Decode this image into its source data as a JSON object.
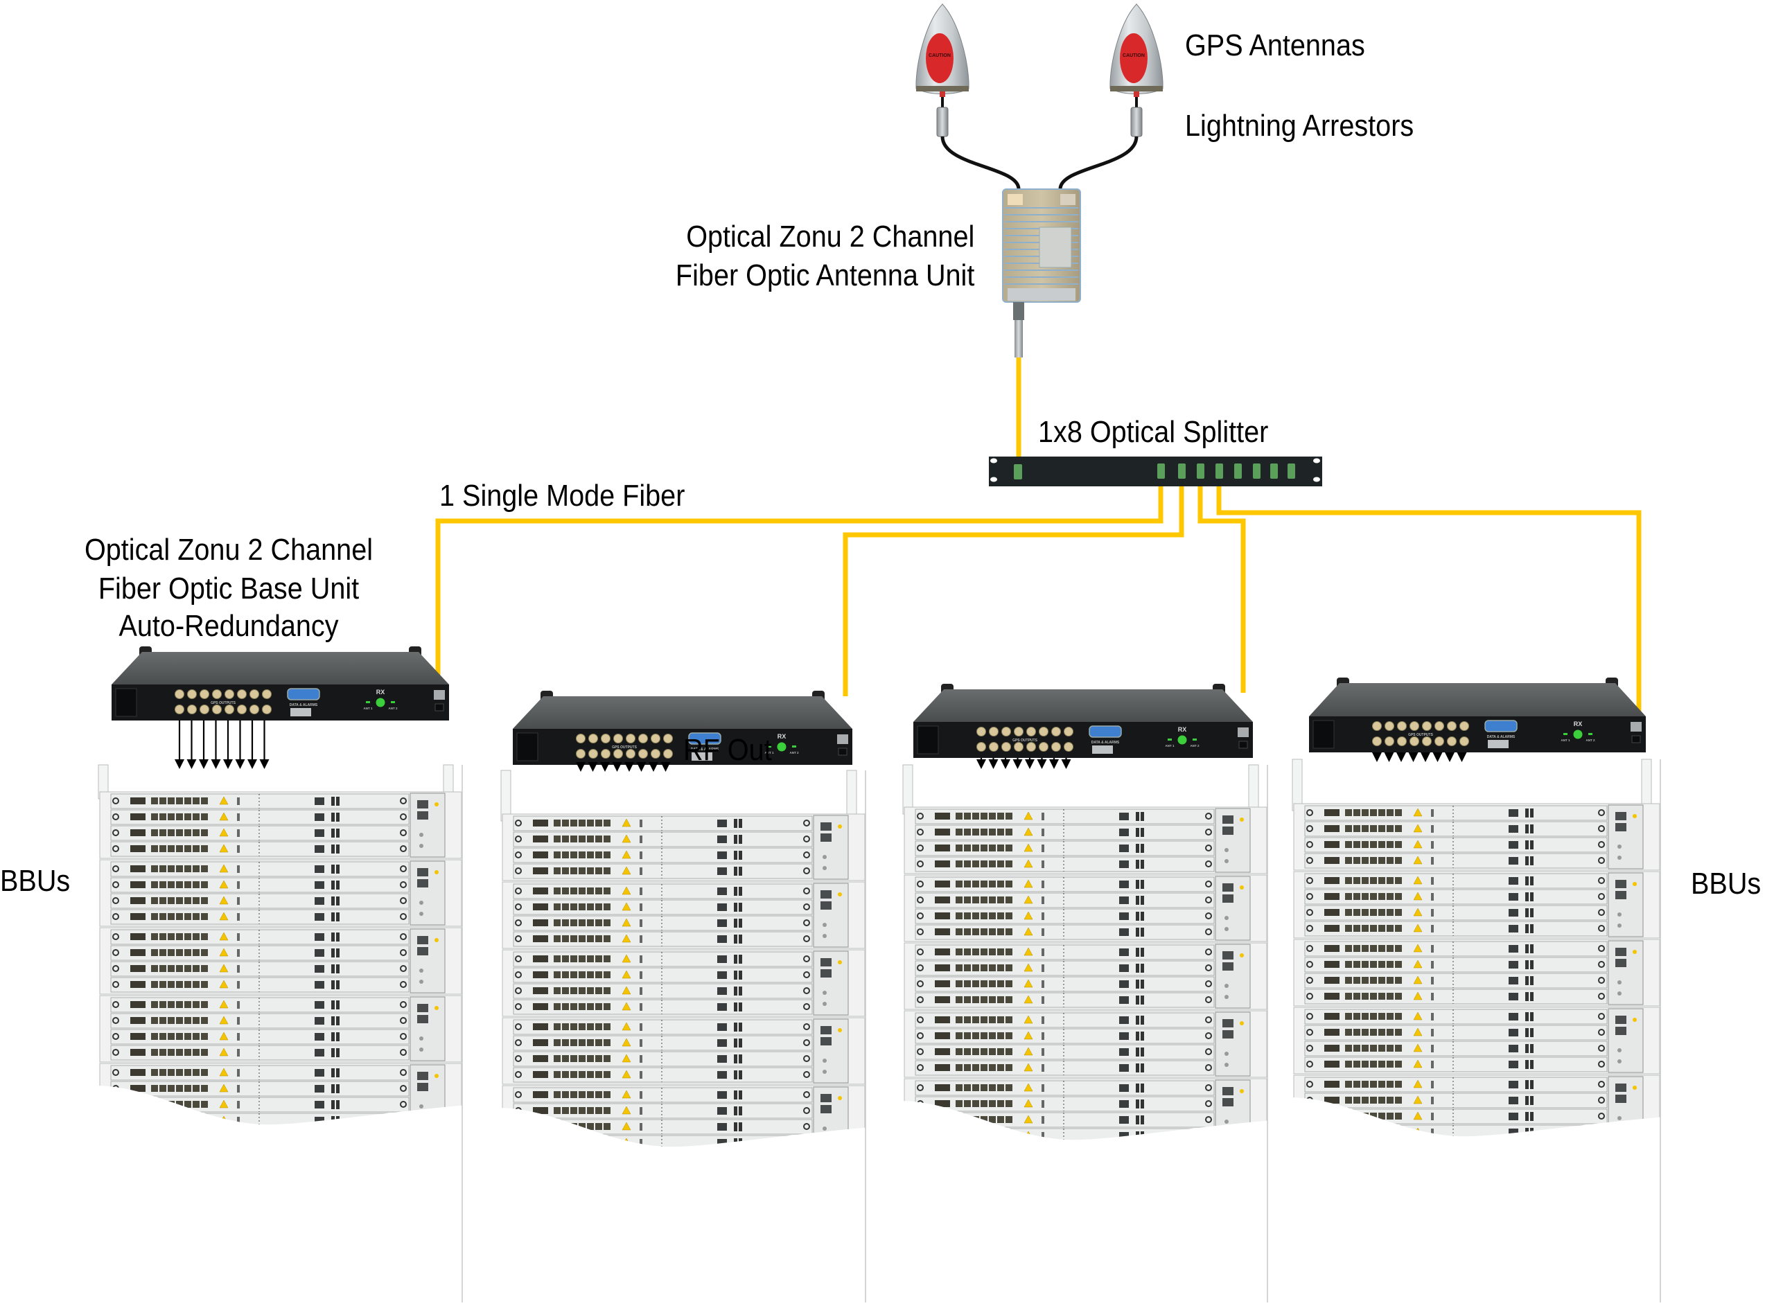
{
  "title": "GPS over Fiber Distribution Diagram",
  "labels": {
    "gps_antennas": "GPS Antennas",
    "lightning_arrestors": "Lightning Arrestors",
    "antenna_unit_line1": "Optical Zonu 2 Channel",
    "antenna_unit_line2": "Fiber Optic Antenna Unit",
    "splitter": "1x8 Optical Splitter",
    "single_mode_fiber": "1 Single Mode Fiber",
    "base_unit_line1": "Optical Zonu 2 Channel",
    "base_unit_line2": "Fiber Optic Base Unit",
    "base_unit_line3": "Auto-Redundancy",
    "rf_out": "RF Out",
    "bbus_left": "BBUs",
    "bbus_right": "BBUs"
  },
  "base_unit_panel": {
    "gps_outputs_label": "GPS OUTPUTS",
    "data_alarms_label": "DATA & ALARMS",
    "rx_label": "RX",
    "ant1_label": "ANT 1",
    "ant2_label": "ANT 2",
    "gps_output_count": 16,
    "rf_out_arrows": 8
  },
  "splitter": {
    "input_ports": 1,
    "output_ports": 8,
    "connected_outputs": 4
  },
  "antennas": {
    "count": 2,
    "sticker_text": "CAUTION"
  },
  "base_units": {
    "count": 4
  },
  "bbu_racks": {
    "count": 4,
    "chassis_per_rack_visible": 5,
    "slots_per_chassis": 4
  },
  "colors": {
    "fiber": "#ffc700",
    "splitter_body": "#1e2326",
    "splitter_port": "#5aa05a",
    "base_unit_face": "#151718",
    "base_unit_top": "#5b5e5f",
    "sma_connector": "#d8c79a",
    "db25": "#3f7fd0",
    "led_green": "#3ccf3c",
    "antenna_dome": "#cfd3d6",
    "antenna_sticker": "#d8282a",
    "rack_panel": "#eceeed",
    "warning_label": "#f5c400",
    "cable": "#111111"
  }
}
